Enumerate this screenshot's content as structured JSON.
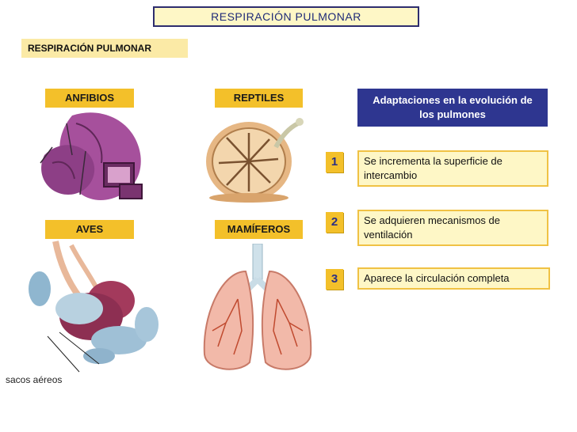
{
  "header": {
    "title": "RESPIRACIÓN PULMONAR"
  },
  "section": {
    "title": "RESPIRACIÓN PULMONAR"
  },
  "groups": {
    "anfibios": "ANFIBIOS",
    "reptiles": "REPTILES",
    "aves": "AVES",
    "mamiferos": "MAMÍFEROS"
  },
  "adaptations": {
    "heading": "Adaptaciones en la evolución de los pulmones",
    "items": [
      {
        "num": "1",
        "text": "Se incrementa la superficie de intercambio"
      },
      {
        "num": "2",
        "text": "Se adquieren mecanismos de ventilación"
      },
      {
        "num": "3",
        "text": "Aparece la circulación completa"
      }
    ]
  },
  "caption": {
    "sacos": "sacos aéreos"
  },
  "colors": {
    "label_bg": "#f3c02a",
    "heading_bg": "#2e3690",
    "info_bg": "#fef7c6"
  }
}
